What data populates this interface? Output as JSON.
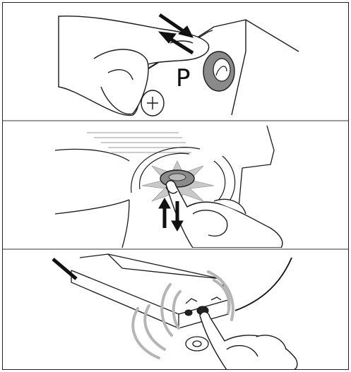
{
  "panels": [
    {
      "id": "step-1",
      "label": "P"
    },
    {
      "id": "step-2"
    },
    {
      "id": "step-3"
    }
  ],
  "colors": {
    "ink": "#1a1a1a",
    "divider": "#9a9a9a",
    "button": "#8a8a8a",
    "glow": "#bdbdbd",
    "ripple": "#b5b5b5"
  },
  "icons": [
    "hand-icon",
    "push-arrows-icon",
    "screw-icon",
    "button-icon",
    "light-flash-icon",
    "up-down-arrows-icon",
    "signal-waves-icon"
  ]
}
